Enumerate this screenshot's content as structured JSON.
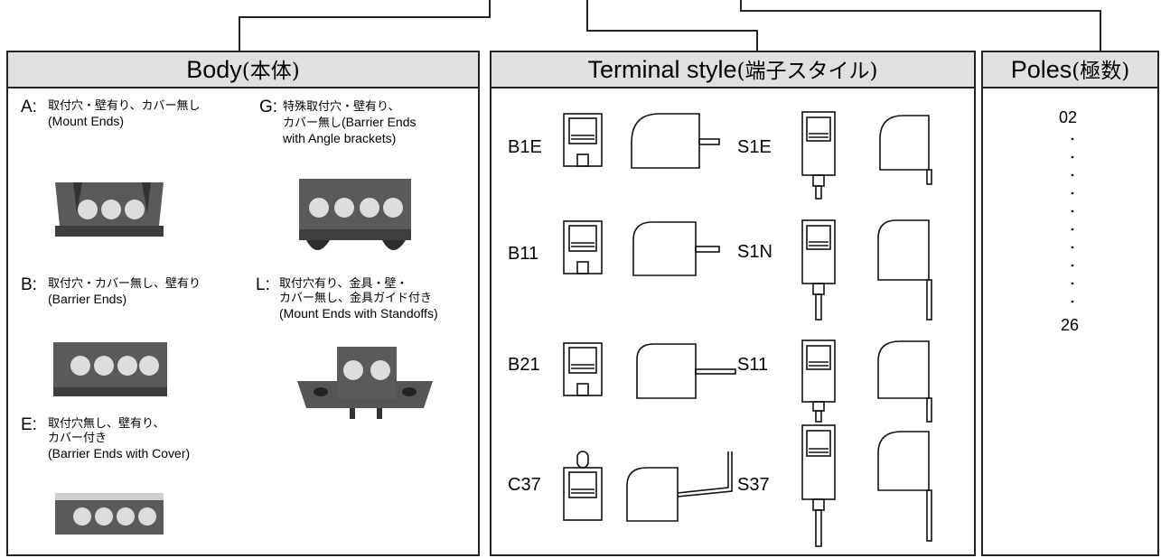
{
  "body": {
    "title": "Body",
    "title_jp": "(本体)",
    "options": [
      {
        "letter": "A:",
        "jp": "取付穴・壁有り、カバー無し",
        "en": "(Mount Ends)"
      },
      {
        "letter": "B:",
        "jp": "取付穴・カバー無し、壁有り",
        "en": "(Barrier Ends)"
      },
      {
        "letter": "E:",
        "jp1": "取付穴無し、壁有り、",
        "jp2": "カバー付き",
        "en": "(Barrier Ends with Cover)"
      },
      {
        "letter": "G:",
        "jp1": "特殊取付穴・壁有り、",
        "jp2": "カバー無し",
        "en2": "(Barrier Ends",
        "en3": "with Angle brackets)"
      },
      {
        "letter": "L:",
        "jp1": "取付穴有り、金具・壁・",
        "jp2": "カバー無し、金具ガイド付き",
        "en": "(Mount Ends with Standoffs)"
      }
    ]
  },
  "terminal": {
    "title": "Terminal style",
    "title_jp": "(端子スタイル)",
    "codes_left": [
      "B1E",
      "B11",
      "B21",
      "C37"
    ],
    "codes_right": [
      "S1E",
      "S1N",
      "S11",
      "S37"
    ]
  },
  "poles": {
    "title": "Poles",
    "title_jp": "(極数)",
    "min": "02",
    "max": "26"
  },
  "colors": {
    "border": "#222222",
    "header_bg": "#e0e0e0",
    "block": "#555555"
  }
}
